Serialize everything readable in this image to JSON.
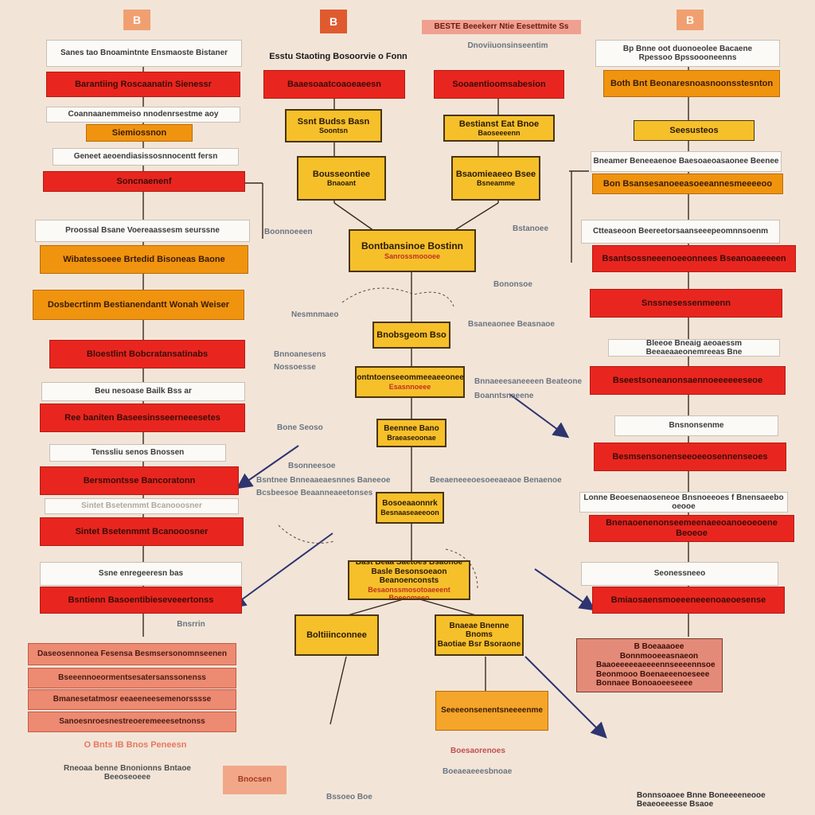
{
  "title": "Esstu Staoting Bosoorvie o Fonn",
  "top_banner": "BESTE Beeekerr Ntie Eesettmite Ss",
  "top_banner_sub": "Dnoviiuonsinseentim",
  "left_column": {
    "n1_note": "Sanes tao Bnoamintnte Ensmaoste Bistaner",
    "n1": "Barantiing Roscaanatin Sienessr",
    "n2_note": "Coannaanemmeiso nnodenrsestme aoy",
    "n2": "Siemiossnon",
    "n3_note": "Geneet aeoendiasissosnnocentt fersn",
    "n3": "Soncnaenenf",
    "n4_note": "Proossal Bsane Voereaassesm seurssne",
    "n4": "Wibatessoeee Brtedid Bisoneas Baone",
    "n5": "Dosbecrtinm Bestianendantt Wonah Weiser",
    "n6": "Bloestlint Bobcratansatinabs",
    "n7_note": "Beu nesoase Bailk Bss ar",
    "n7": "Ree baniten Baseesinsseerneeesetes",
    "n8_note": "Tenssliu senos Bnossen",
    "n8": "Bersmontsse Bancoratonn",
    "n9": "Sintet Bsetenmmt Bcanooosner",
    "n10_note": "Ssne enregeeresn bas",
    "n10": "Bsntienn Basoentibieseveeertonss",
    "footnote": "Bnsrrin",
    "list": [
      "Daseosennonea Fesensa Besmsersonomnseenen",
      "Bseeennoeormentsesatersanssonenss",
      "Bmanesetatmosr eeaeeneesemenorsssse",
      "Sanoesnroesnestreoeremeeesetnonss"
    ],
    "bottom_title": "O Bnts  IB Bnos  Peneesn",
    "bottom_note": "Rneoaa benne Bnonionns Bntaoe Beeoseoeee"
  },
  "center_column": {
    "c1": "Baaesoaatcoaoeaeesn",
    "c2": "Sooaentioomsabesion",
    "c3_title": "Ssnt Budss Basn",
    "c3_sub": "Soontsn",
    "c4_title": "Bestianst Eat Bnoe",
    "c4_sub": "Baoseeeenn",
    "c5_title": "Bousseontiee",
    "c5_sub": "Bnaoant",
    "c6_title": "Bsaomieaeeo Bsee",
    "c6_sub": "Bsneamme",
    "hub_title": "Bontbansinoe Bostinn",
    "hub_sub": "Sanrossmoooee",
    "k1": "Bnobsgeom Bso",
    "k2_title": "Bontntoenseeommeeaeeoneen",
    "k2_sub": "Esasnnoeee",
    "k3_title": "Beennee Bano",
    "k3_sub": "Braeaseoonae",
    "k4_title": "Bosoeaaonnrk",
    "k4_sub": "Besnaaseaeeoon",
    "k5_title": "Bast Beaa Saetoes Bsaonoe",
    "k5_mid": "Basle Besonsoeaon Beanoenconsts",
    "k5_sub": "Besaonssmosotoaeeent Boeeomeeo",
    "b1": "Boltiiinconnee",
    "b2_title": "Bnaeae Bnenne Bnoms",
    "b2_sub": "Baotiae Bsr Bsoraone",
    "b3": "Seeeeonsenentsneeeenme",
    "annot_left": [
      "Boonnoeeen",
      "Nesmnmaeo",
      "Bnnoanesens",
      "Nossoesse",
      "Bone Seoso",
      "Bsonneesoe",
      "Bsntnee Bnneaaeaesnnes Baneeoe",
      "Bcsbeesoe Beaanneaeetonses",
      "Bssoeo Boe"
    ],
    "annot_right": [
      "Bstanoee",
      "Bononsoe",
      "Bsaneaonee Beasnaoe",
      "Bnnaeeesaneeeen Beateone",
      "Boanntsnaeene",
      "Beeaeneeeoesoeeaeaoe Benaenoe"
    ],
    "bottom": [
      "Boesaorenoes",
      "Bnocsen",
      "Boeaeaeeesbnoae"
    ]
  },
  "right_column": {
    "n1_note": "Bp Bnne oot duonoeolee Bacaene",
    "n1_note2": "Rpessoo Bpssoooneenns",
    "n1": "Both Bnt Beonaresnoasnoonsstesnton",
    "n2": "Seesusteos",
    "n3_note": "Bneamer Beneeaenoe Baesoaeoasaonee Beenee",
    "n3": "Bon Bsansesanoeeasoeeannesmeeeeoo",
    "n4_note": "Ctteaseoon Beereetorsaanseeepeomnnsoenm",
    "n4": "Bsantsossneeenoeeonnees Bseanoaeeeeen",
    "n5": "Snssnesessenmeenn",
    "n6_note": "Bleeoe Bneaig aeoaessm Beeaeaaeonemreeas Bne",
    "n6": "Bseestsoneanonsaennoeeeeeeseoe",
    "n7_note": "Bnsnonsenme",
    "n7": "Besmsensonenseeoeeosennenseoes",
    "n8_note": "Lonne Beoesenaoseneoe Bnsnoeeoes f Bnensaeebo oeooe",
    "n8": "Bnenaoenenonseemeenaeeoanoeoeoene Beoeoe",
    "n9_note": "Seonessneeo",
    "n9": "Bmiaosaensmoeeeneeenoaeoesense",
    "pink": [
      "B Boeaaaoee Bonnmooeeasnaeon",
      "Baaoeeeeeaeeeennseeeennsoe",
      "Beonmooo Boenaeeenoeseee",
      "Bonnaee Bonoaoeeseeee"
    ],
    "bottom_note": "Bonnsoaoee Bnne Boneeeeneooe Beaeoeeesse Bsaoe"
  },
  "top_icons": [
    "B",
    "B",
    "B"
  ]
}
